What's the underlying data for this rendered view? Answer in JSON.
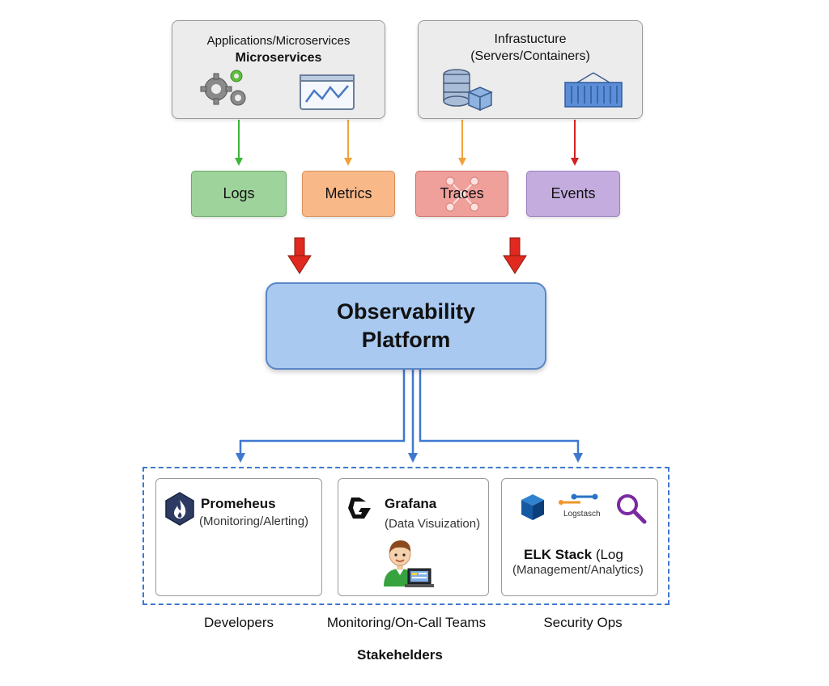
{
  "sources": {
    "apps": {
      "line1": "Applications/Microservices",
      "line2": "Microservices",
      "icons": [
        "gears-icon",
        "metrics-chart-icon"
      ]
    },
    "infra": {
      "line1": "Infrastucture",
      "line2": "(Servers/Containers)",
      "icons": [
        "database-server-icon",
        "shipping-container-icon"
      ]
    }
  },
  "signals": [
    {
      "label": "Logs",
      "color": "#9ed39b",
      "border": "#6aaa68"
    },
    {
      "label": "Metrics",
      "color": "#f9b888",
      "border": "#d9905a"
    },
    {
      "label": "Traces",
      "color": "#f0a09a",
      "border": "#cf6f68"
    },
    {
      "label": "Events",
      "color": "#c4acdf",
      "border": "#9a7fc0"
    }
  ],
  "platform": {
    "line1": "Observability",
    "line2": "Platform"
  },
  "tools": [
    {
      "name": "Promeheus",
      "desc": "(Monitoring/Alerting)",
      "icon": "prometheus-flame-icon"
    },
    {
      "name": "Grafana",
      "desc": "(Data Visuization)",
      "icon": "grafana-logo-icon"
    },
    {
      "name": "ELK Stack",
      "name_suffix": " (Log",
      "desc": "(Management/Analytics)",
      "logstash_label": "Logstasch",
      "icon": "elk-icons"
    }
  ],
  "stakeholders": [
    "Developers",
    "Monitoring/On-Call Teams",
    "Security Ops"
  ],
  "footer": "Stakehelders",
  "colors": {
    "arrow_green": "#3fb43a",
    "arrow_orange": "#f0a23a",
    "arrow_red": "#d42020",
    "wire_blue": "#3f78cf"
  }
}
